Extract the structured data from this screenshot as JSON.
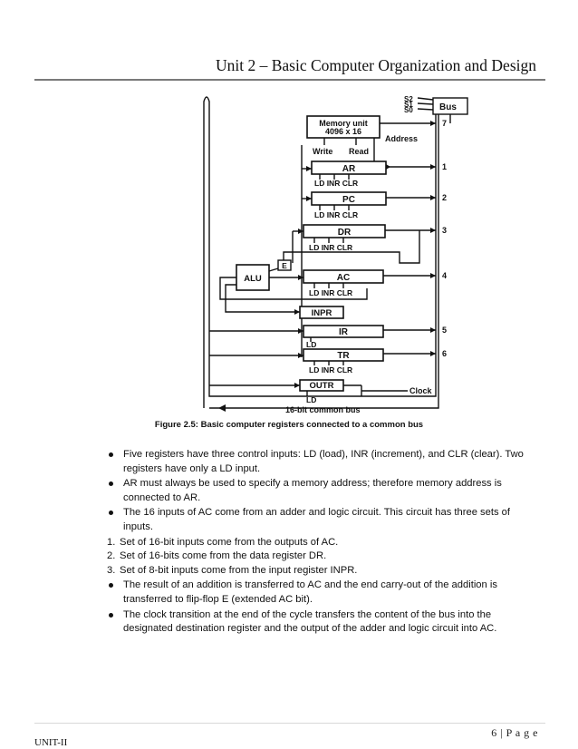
{
  "header": {
    "title": "Unit 2 – Basic Computer Organization and Design"
  },
  "figure": {
    "select_lines": [
      "S2",
      "S1",
      "S0"
    ],
    "bus_label": "Bus",
    "memory_title": "Memory unit",
    "memory_size": "4096 x 16",
    "write_label": "Write",
    "read_label": "Read",
    "address_label": "Address",
    "ar": {
      "name": "AR",
      "controls": "LD  INR  CLR",
      "bus_index": "1"
    },
    "pc": {
      "name": "PC",
      "controls": "LD  INR  CLR",
      "bus_index": "2"
    },
    "dr": {
      "name": "DR",
      "controls": "LD  INR  CLR",
      "bus_index": "3"
    },
    "alu_label": "ALU",
    "e_label": "E",
    "ac": {
      "name": "AC",
      "controls": "LD  INR  CLR",
      "bus_index": "4"
    },
    "inpr": {
      "name": "INPR"
    },
    "ir": {
      "name": "IR",
      "controls": "LD",
      "bus_index": "5"
    },
    "tr": {
      "name": "TR",
      "controls": "LD  INR  CLR",
      "bus_index": "6"
    },
    "outr": {
      "name": "OUTR",
      "controls": "LD"
    },
    "memory_bus_index": "7",
    "clock_label": "Clock",
    "common_bus_label": "16-bit common bus"
  },
  "caption": "Figure 2.5: Basic computer registers connected to a common bus",
  "bullets": [
    "Five registers have three control inputs: LD (load), INR (increment), and CLR (clear). Two registers have only a LD input.",
    "AR must always be used to specify a memory address; therefore memory address is connected to AR.",
    "The 16 inputs of AC come from an adder and logic circuit. This circuit has three sets of inputs.",
    "The result of an addition is transferred to AC and the end carry-out of the addition is transferred to flip-flop E (extended AC bit).",
    "The clock transition at the end of the cycle transfers the content of the bus into the designated destination register and the output of the adder and logic circuit into AC."
  ],
  "sub_items": [
    {
      "num": "1.",
      "text": "Set of 16-bit inputs come from the outputs of AC."
    },
    {
      "num": "2.",
      "text": " Set of 16-bits come from the data register DR."
    },
    {
      "num": "3.",
      "text": "Set of 8-bit inputs come from the input register INPR."
    }
  ],
  "footer": {
    "page": "6 | P a g e",
    "unit": "UNIT-II"
  }
}
